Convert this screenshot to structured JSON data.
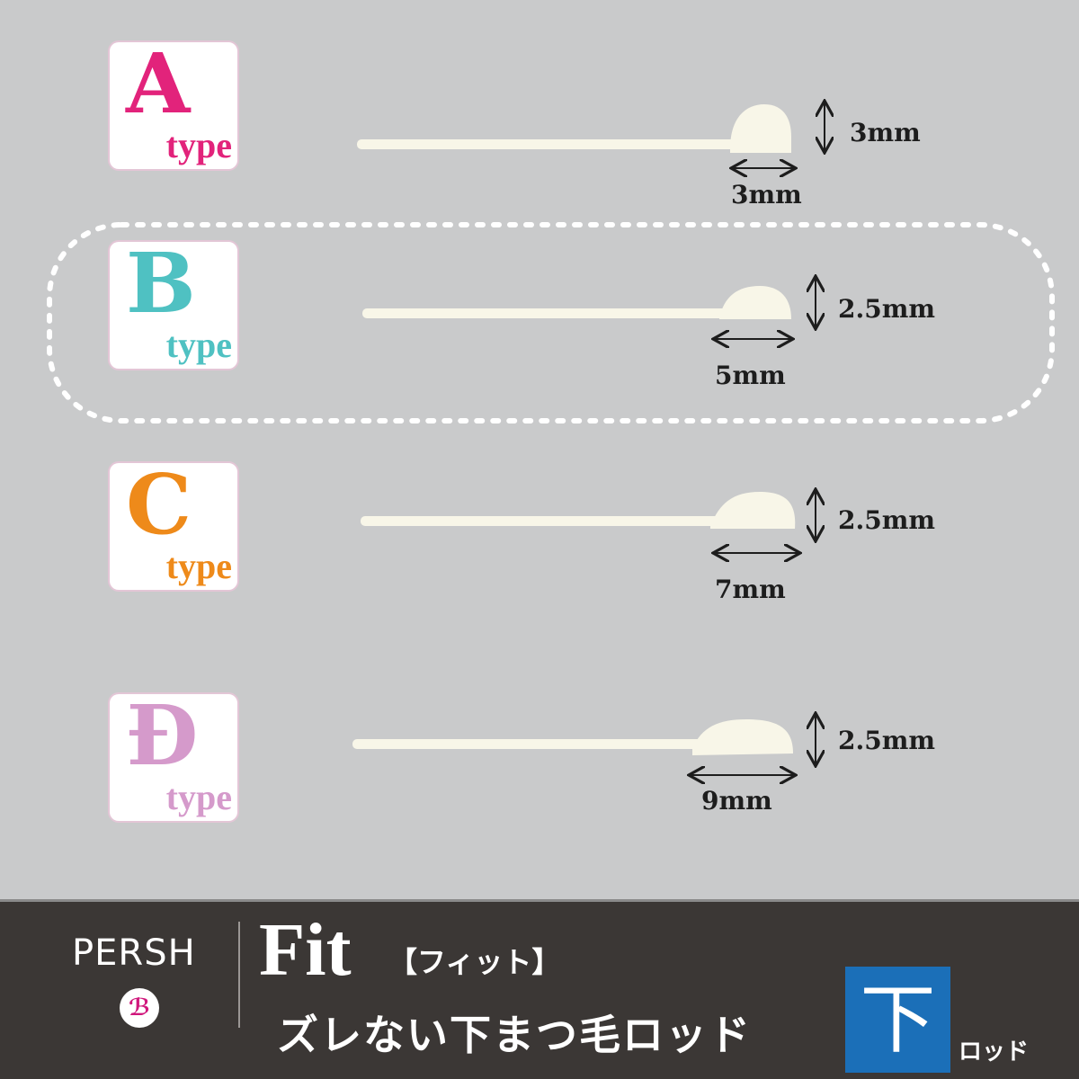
{
  "types": [
    {
      "letter": "A",
      "word": "type",
      "color": "#e2237b",
      "height": "3mm",
      "width": "3mm"
    },
    {
      "letter": "B",
      "word": "type",
      "color": "#4fc1c2",
      "height": "2.5mm",
      "width": "5mm",
      "highlighted": true
    },
    {
      "letter": "C",
      "word": "type",
      "color": "#ee8a1a",
      "height": "2.5mm",
      "width": "7mm"
    },
    {
      "letter": "Đ",
      "word": "type",
      "color": "#d59acb",
      "height": "2.5mm",
      "width": "9mm"
    }
  ],
  "footer": {
    "brand": "PERSH",
    "logo_icon": "persh-logo-icon",
    "product": "Fit",
    "product_kana": "【フィット】",
    "subtitle": "ズレない下まつ毛ロッド",
    "badge": "下",
    "badge_caption": "ロッド",
    "badge_color": "#1b6fb8"
  }
}
